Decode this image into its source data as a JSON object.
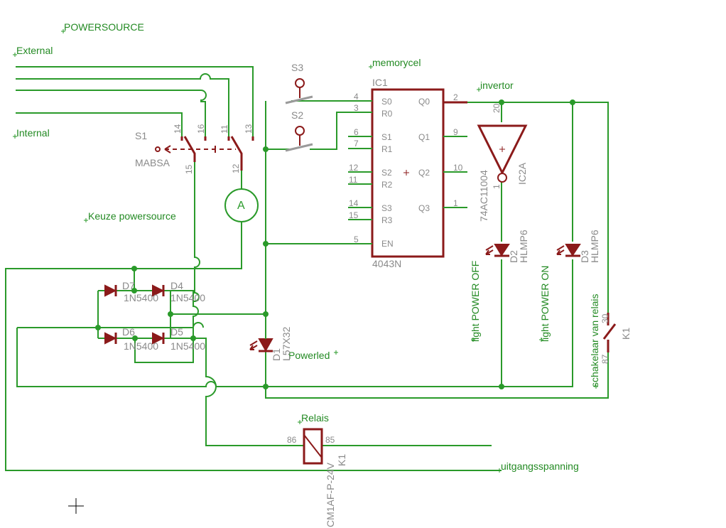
{
  "net_labels": {
    "powersource": "POWERSOURCE",
    "external": "External",
    "internal": "Internal",
    "memorycel": "memorycel",
    "invertor": "invertor",
    "keuze": "Keuze powersource",
    "light_off": "light POWER OFF",
    "light_on": "light POWER ON",
    "schakelaar": "schakelaar van relais",
    "powerled": "Powerled",
    "relais": "Relais",
    "uitgang": "uitgangsspanning"
  },
  "components": {
    "s1": {
      "ref": "S1",
      "value": "MABSA",
      "pins": [
        "14",
        "16",
        "15",
        "11",
        "13",
        "12"
      ]
    },
    "s2": {
      "ref": "S2"
    },
    "s3": {
      "ref": "S3"
    },
    "meter": {
      "symbol": "A"
    },
    "ic1": {
      "ref": "IC1",
      "value": "4043N",
      "left_pins": [
        {
          "num": "4",
          "name": "S0"
        },
        {
          "num": "3",
          "name": "R0"
        },
        {
          "num": "6",
          "name": "S1"
        },
        {
          "num": "7",
          "name": "R1"
        },
        {
          "num": "12",
          "name": "S2"
        },
        {
          "num": "11",
          "name": "R2"
        },
        {
          "num": "14",
          "name": "S3"
        },
        {
          "num": "15",
          "name": "R3"
        },
        {
          "num": "5",
          "name": "EN"
        }
      ],
      "right_pins": [
        {
          "num": "2",
          "name": "Q0"
        },
        {
          "num": "9",
          "name": "Q1"
        },
        {
          "num": "10",
          "name": "Q2"
        },
        {
          "num": "1",
          "name": "Q3"
        }
      ]
    },
    "ic2": {
      "ref": "IC2A",
      "value": "74AC11004",
      "pin_in": "20",
      "pin_out": "1"
    },
    "d1": {
      "ref": "D1",
      "value": "L57X32"
    },
    "d2": {
      "ref": "D2",
      "value": "HLMP6"
    },
    "d3": {
      "ref": "D3",
      "value": "HLMP6"
    },
    "bridge": [
      {
        "ref": "D7",
        "value": "1N5400"
      },
      {
        "ref": "D4",
        "value": "1N5400"
      },
      {
        "ref": "D6",
        "value": "1N5400"
      },
      {
        "ref": "D5",
        "value": "1N5400"
      }
    ],
    "k1_contact": {
      "ref": "K1",
      "pin_a": "30",
      "pin_b": "87"
    },
    "k1_coil": {
      "ref": "K1",
      "value": "CM1AF-P-24V",
      "pin_a": "86",
      "pin_b": "85"
    }
  },
  "colors": {
    "wire": "#2a9a2a",
    "part": "#8b1a1a",
    "label": "#8a8a8a",
    "net": "#238a23"
  }
}
